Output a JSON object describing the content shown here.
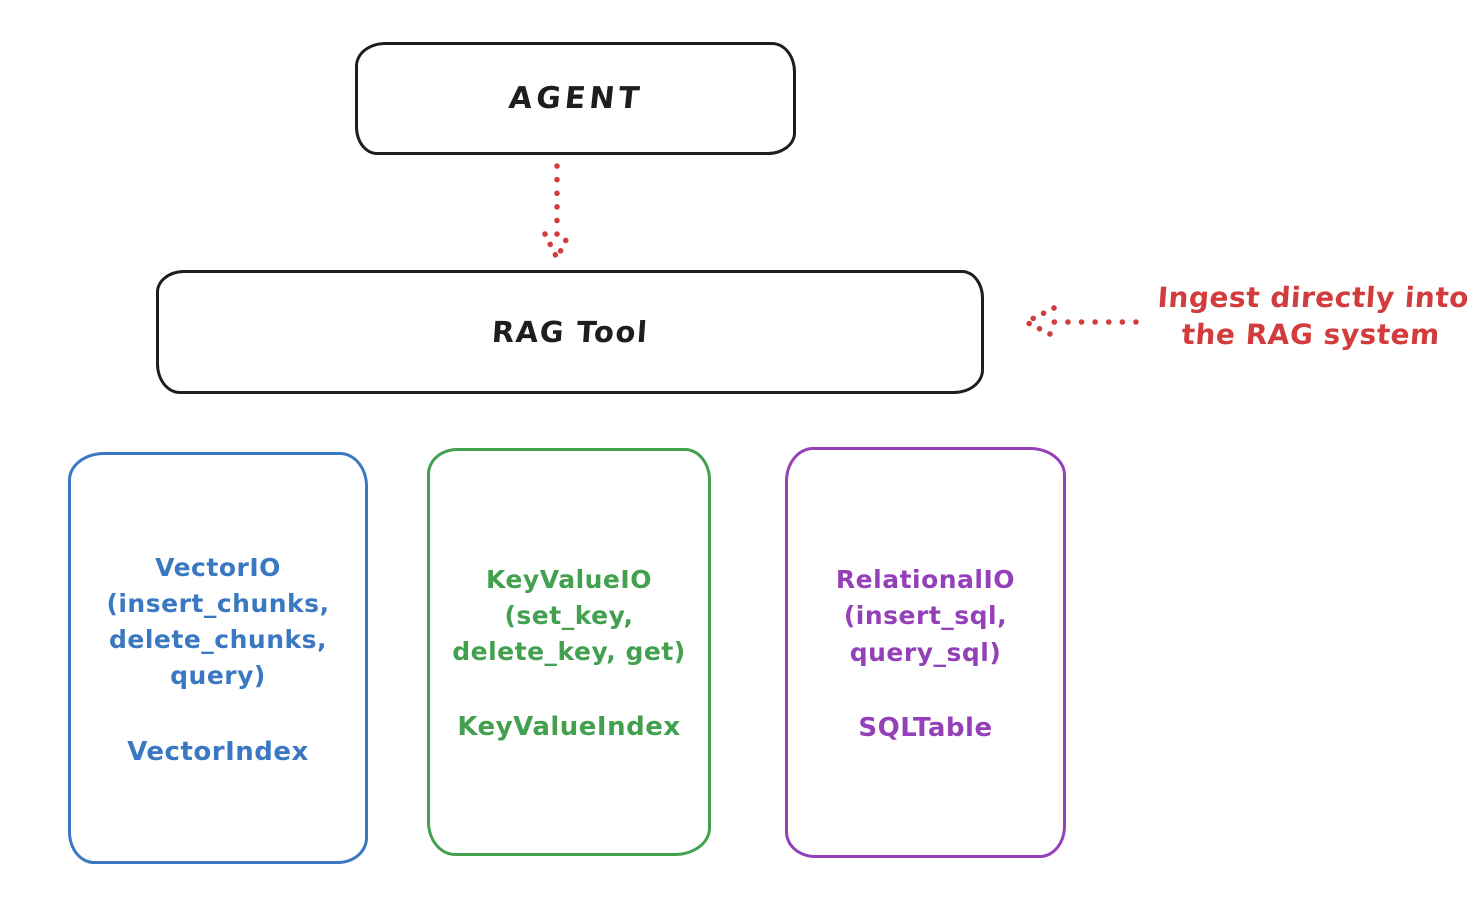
{
  "colors": {
    "ink": "#1e1e1e",
    "red": "#d23c3c",
    "blue": "#3b78c2",
    "green": "#43a04e",
    "purple": "#9440b8",
    "background": "#ffffff"
  },
  "agent_box": {
    "label": "AGENT"
  },
  "rag_tool_box": {
    "label": "RAG Tool"
  },
  "ingest_annotation": {
    "text": "Ingest directly into\nthe RAG system"
  },
  "io_boxes": [
    {
      "heading": "VectorIO\n(insert_chunks,\ndelete_chunks,\nquery)",
      "index_label": "VectorIndex",
      "color": "#3b78c2"
    },
    {
      "heading": "KeyValueIO\n(set_key,\ndelete_key, get)",
      "index_label": "KeyValueIndex",
      "color": "#43a04e"
    },
    {
      "heading": "RelationalIO\n(insert_sql,\nquery_sql)",
      "index_label": "SQLTable",
      "color": "#9440b8"
    }
  ]
}
